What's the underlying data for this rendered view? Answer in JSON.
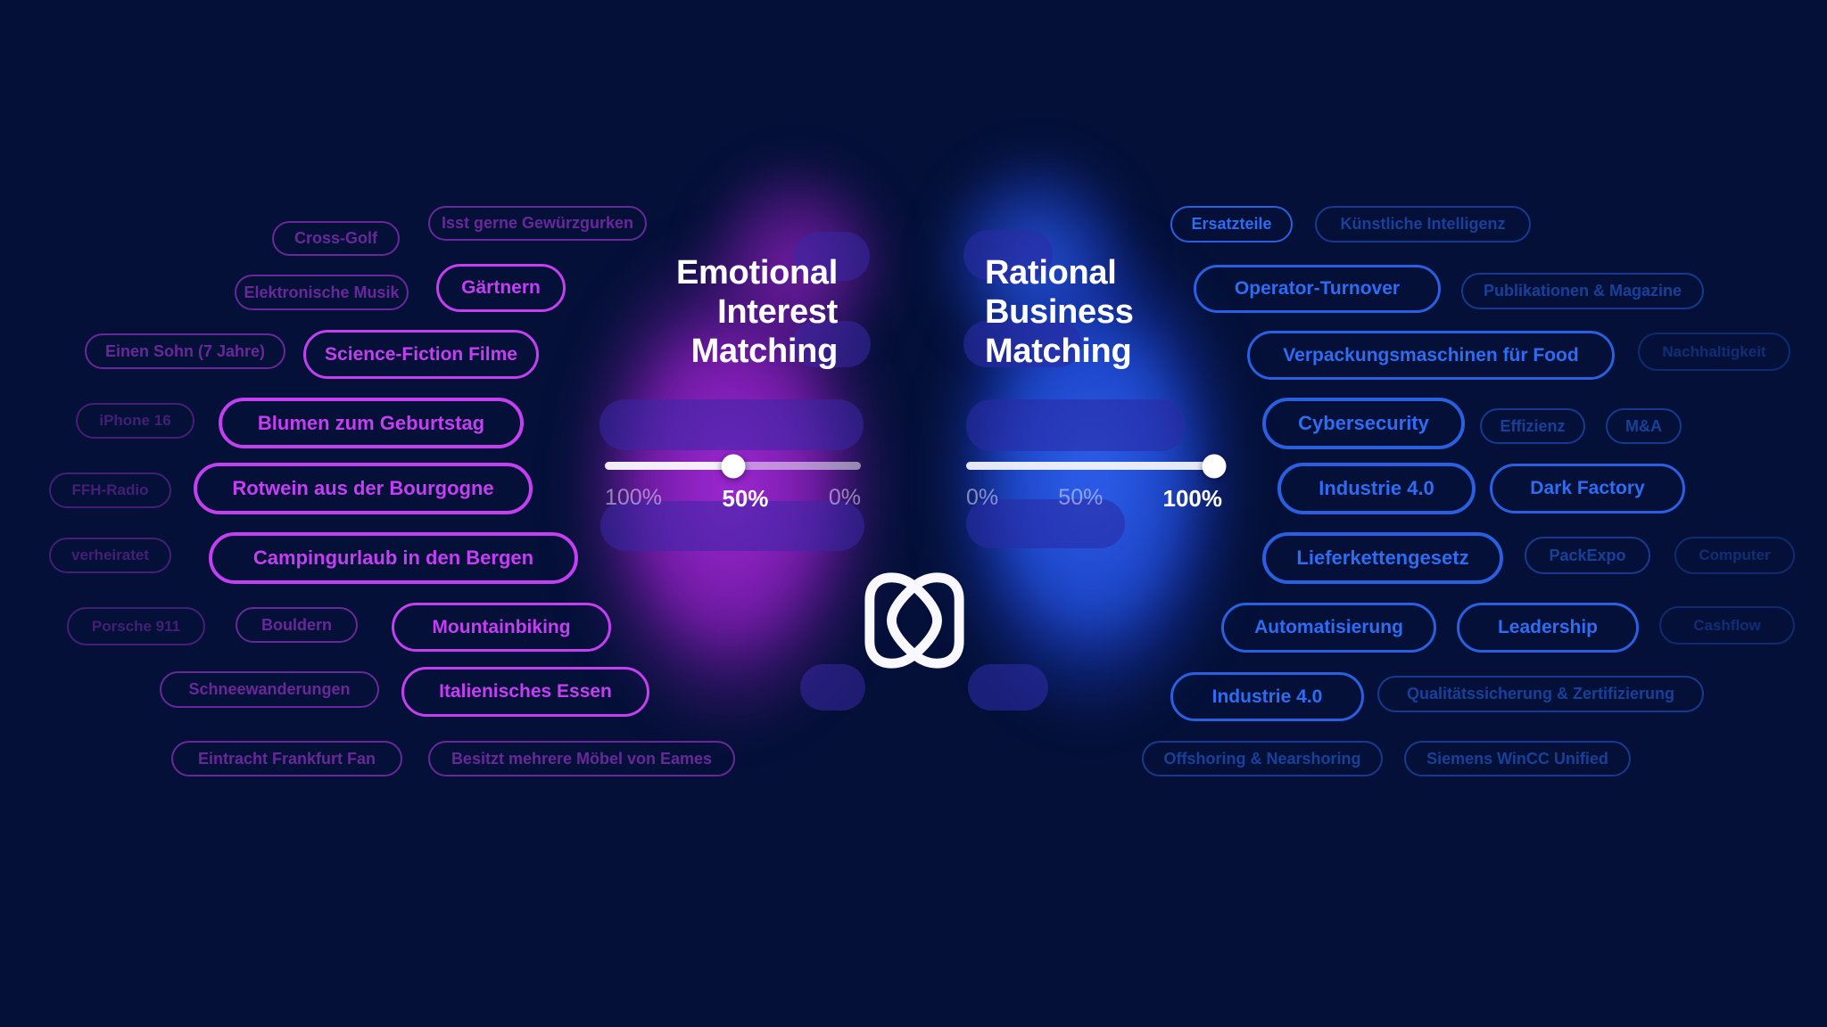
{
  "theme": {
    "background": "#041038",
    "magenta": "#c43ff2",
    "blue": "#2e6cf2",
    "glow_purple": "#9a23cd",
    "glow_blue": "#2553e2",
    "heading_color": "#ffffff"
  },
  "left_panel": {
    "heading": [
      "Emotional",
      "Interest",
      "Matching"
    ],
    "slider": {
      "value_percent": 50,
      "labels": [
        "100%",
        "50%",
        "0%"
      ],
      "emphasized_label": "50%"
    },
    "tags": [
      {
        "label": "Cross-Golf",
        "emphasis": "low"
      },
      {
        "label": "Isst gerne Gewürzgurken",
        "emphasis": "low"
      },
      {
        "label": "Elektronische Musik",
        "emphasis": "low"
      },
      {
        "label": "Gärtnern",
        "emphasis": "bright"
      },
      {
        "label": "Einen Sohn (7 Jahre)",
        "emphasis": "low"
      },
      {
        "label": "Science-Fiction Filme",
        "emphasis": "bright"
      },
      {
        "label": "iPhone 16",
        "emphasis": "dim"
      },
      {
        "label": "Blumen zum Geburtstag",
        "emphasis": "hero"
      },
      {
        "label": "FFH-Radio",
        "emphasis": "dim"
      },
      {
        "label": "Rotwein aus der Bourgogne",
        "emphasis": "hero"
      },
      {
        "label": "verheiratet",
        "emphasis": "dim"
      },
      {
        "label": "Campingurlaub in den Bergen",
        "emphasis": "hero"
      },
      {
        "label": "Porsche 911",
        "emphasis": "dim"
      },
      {
        "label": "Bouldern",
        "emphasis": "low"
      },
      {
        "label": "Mountainbiking",
        "emphasis": "bright"
      },
      {
        "label": "Schneewanderungen",
        "emphasis": "low"
      },
      {
        "label": "Italienisches Essen",
        "emphasis": "bright"
      },
      {
        "label": "Eintracht Frankfurt Fan",
        "emphasis": "low"
      },
      {
        "label": "Besitzt mehrere Möbel von Eames",
        "emphasis": "low"
      }
    ]
  },
  "right_panel": {
    "heading": [
      "Rational",
      "Business",
      "Matching"
    ],
    "slider": {
      "value_percent": 100,
      "labels": [
        "0%",
        "50%",
        "100%"
      ],
      "emphasized_label": "100%"
    },
    "tags": [
      {
        "label": "Ersatzteile",
        "emphasis": "brightsm"
      },
      {
        "label": "Künstliche Intelligenz",
        "emphasis": "low"
      },
      {
        "label": "Operator-Turnover",
        "emphasis": "bright"
      },
      {
        "label": "Publikationen & Magazine",
        "emphasis": "low"
      },
      {
        "label": "Verpackungsmaschinen für Food",
        "emphasis": "bright"
      },
      {
        "label": "Nachhaltigkeit",
        "emphasis": "dim"
      },
      {
        "label": "Cybersecurity",
        "emphasis": "hero"
      },
      {
        "label": "Effizienz",
        "emphasis": "low"
      },
      {
        "label": "M&A",
        "emphasis": "low"
      },
      {
        "label": "Industrie 4.0",
        "emphasis": "hero"
      },
      {
        "label": "Dark Factory",
        "emphasis": "bright"
      },
      {
        "label": "Lieferkettengesetz",
        "emphasis": "hero"
      },
      {
        "label": "PackExpo",
        "emphasis": "low"
      },
      {
        "label": "Computer",
        "emphasis": "dim"
      },
      {
        "label": "Automatisierung",
        "emphasis": "bright"
      },
      {
        "label": "Leadership",
        "emphasis": "bright"
      },
      {
        "label": "Cashflow",
        "emphasis": "dim"
      },
      {
        "label": "Industrie 4.0",
        "emphasis": "bright"
      },
      {
        "label": "Qualitätssicherung & Zertifizierung",
        "emphasis": "low"
      },
      {
        "label": "Offshoring & Nearshoring",
        "emphasis": "low"
      },
      {
        "label": "Siemens WinCC Unified",
        "emphasis": "low"
      }
    ]
  },
  "logo": {
    "name": "interlocking-loops-brand-mark"
  }
}
